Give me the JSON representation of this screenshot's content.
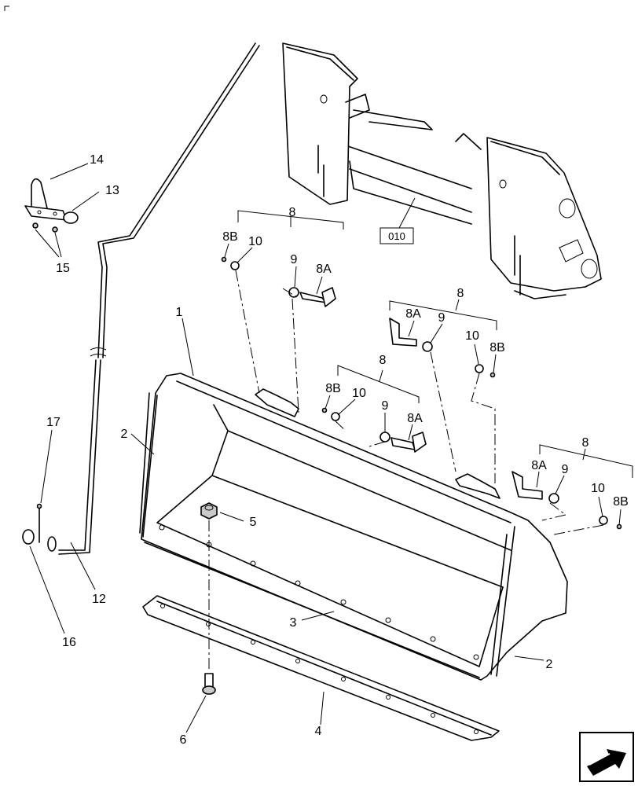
{
  "callouts": {
    "c1": "1",
    "c2a": "2",
    "c2b": "2",
    "c3": "3",
    "c4": "4",
    "c5": "5",
    "c6": "6",
    "c8a": "8",
    "c8b": "8",
    "c8c": "8",
    "c8d": "8",
    "c8A1": "8A",
    "c8A2": "8A",
    "c8A3": "8A",
    "c8A4": "8A",
    "c8B1": "8B",
    "c8B2": "8B",
    "c8B3": "8B",
    "c8B4": "8B",
    "c9a": "9",
    "c9b": "9",
    "c9c": "9",
    "c9d": "9",
    "c10a": "10",
    "c10b": "10",
    "c10c": "10",
    "c10d": "10",
    "c12": "12",
    "c13": "13",
    "c14": "14",
    "c15": "15",
    "c16": "16",
    "c17": "17"
  },
  "reference_box": "010",
  "nav_icon": "page-navigation-arrow-icon"
}
